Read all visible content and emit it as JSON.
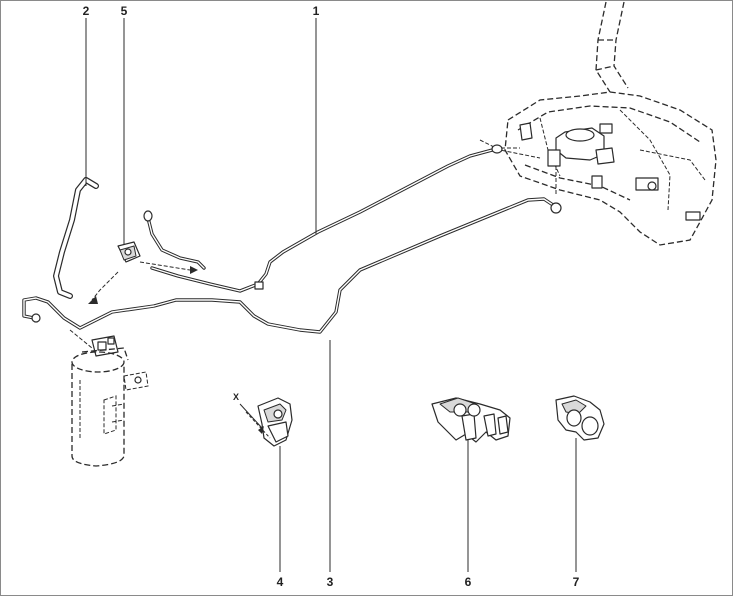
{
  "callouts": [
    {
      "id": "callout-1",
      "text": "1"
    },
    {
      "id": "callout-2",
      "text": "2"
    },
    {
      "id": "callout-3",
      "text": "3"
    },
    {
      "id": "callout-4",
      "text": "4"
    },
    {
      "id": "callout-5",
      "text": "5"
    },
    {
      "id": "callout-6",
      "text": "6"
    },
    {
      "id": "callout-7",
      "text": "7"
    }
  ],
  "dimension_marker": "X",
  "colors": {
    "line": "#2b2b2b",
    "background": "#ffffff",
    "frame": "#8a8a8a",
    "shade": "#d9d9d9"
  }
}
